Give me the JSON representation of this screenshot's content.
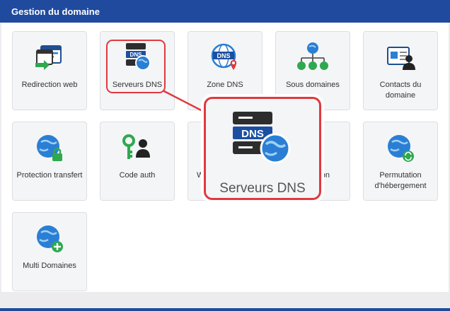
{
  "header": {
    "title": "Gestion du domaine"
  },
  "tiles": [
    {
      "label": "Redirection web",
      "icon": "web-redirect-icon"
    },
    {
      "label": "Serveurs DNS",
      "icon": "dns-server-globe-icon"
    },
    {
      "label": "Zone DNS",
      "icon": "dns-globe-pin-icon"
    },
    {
      "label": "Sous domaines",
      "icon": "subdomain-tree-icon"
    },
    {
      "label": "Contacts du domaine",
      "icon": "contact-card-icon"
    },
    {
      "label": "Protection transfert",
      "icon": "globe-lock-icon"
    },
    {
      "label": "Code auth",
      "icon": "key-user-icon"
    },
    {
      "label": "W",
      "icon": "partially-hidden-icon"
    },
    {
      "label": "tion",
      "icon": "partially-hidden-icon"
    },
    {
      "label": "Permutation d'hébergement",
      "icon": "globe-swap-icon"
    },
    {
      "label": "Multi Domaines",
      "icon": "globe-plus-icon"
    }
  ],
  "zoom": {
    "label": "Serveurs DNS",
    "icon": "dns-server-globe-icon",
    "dns_text": "DNS"
  },
  "icon_text": {
    "dns": "DNS"
  },
  "colors": {
    "header_bg": "#1f4a9e",
    "highlight": "#e0393e",
    "globe": "#2a7fd4",
    "green": "#2fa84f"
  }
}
